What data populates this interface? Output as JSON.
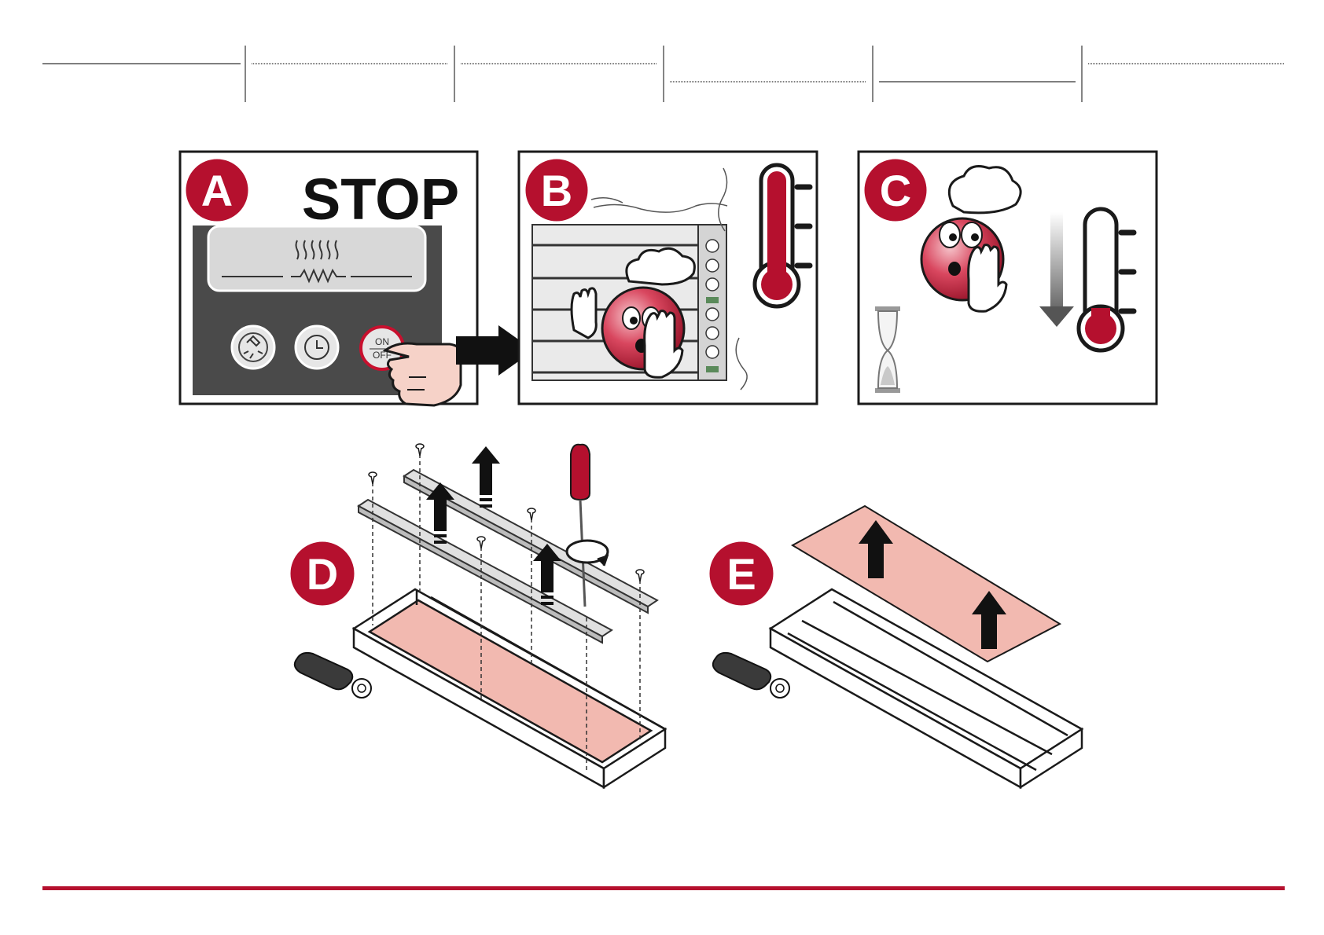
{
  "colors": {
    "accent": "#b5102e",
    "panel_dark": "#4a4a4a",
    "pink_fill": "#f2b9b0",
    "outline": "#1a1a1a"
  },
  "panels": {
    "a": {
      "letter": "A",
      "stop_text": "STOP",
      "button_on": "ON",
      "button_off": "OFF"
    },
    "b": {
      "letter": "B"
    },
    "c": {
      "letter": "C"
    }
  },
  "diagrams": {
    "d": {
      "letter": "D"
    },
    "e": {
      "letter": "E"
    }
  },
  "icons": {
    "panel_a": [
      "heating-element-icon",
      "lamp-icon",
      "clock-icon",
      "power-button-icon",
      "pointing-hand-icon"
    ],
    "panel_b": [
      "chef-warning-icon",
      "hot-thermometer-icon",
      "oven-icon",
      "heat-wave-icon"
    ],
    "panel_c": [
      "chef-warning-icon",
      "cooling-thermometer-icon",
      "hourglass-icon",
      "down-arrow-icon"
    ],
    "diagram_d": [
      "screw-icon",
      "screwdriver-icon",
      "up-arrow-icon",
      "rotate-icon"
    ],
    "diagram_e": [
      "up-arrow-icon"
    ]
  }
}
